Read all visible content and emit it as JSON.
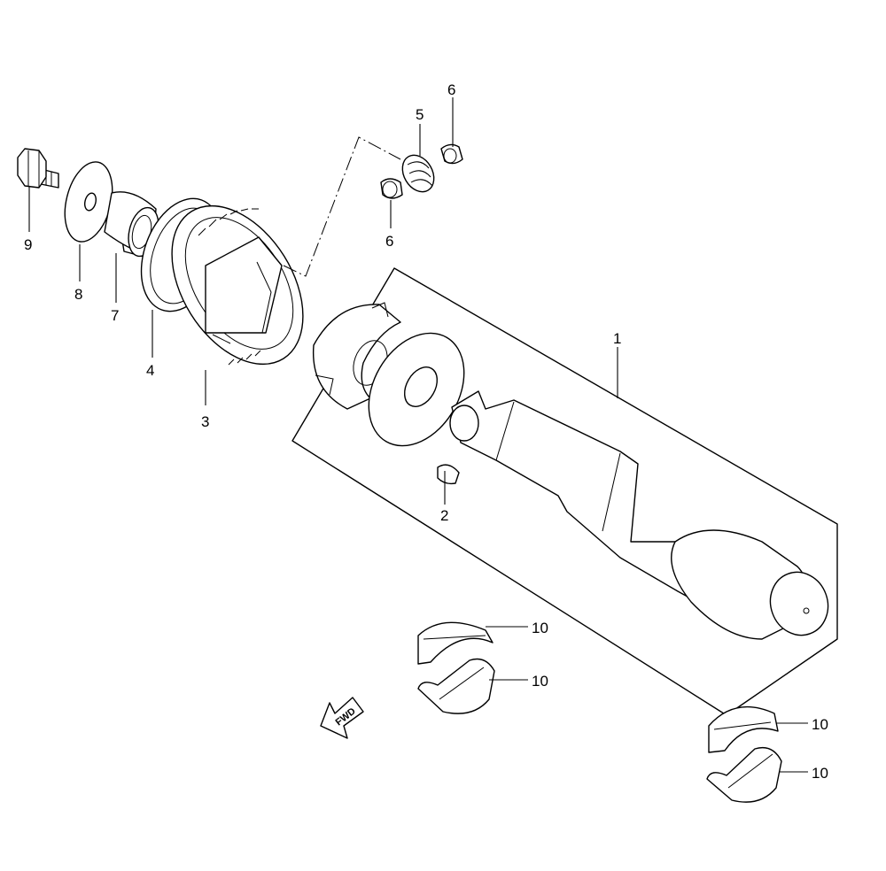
{
  "callouts": {
    "c1": "1",
    "c2": "2",
    "c3": "3",
    "c4": "4",
    "c5": "5",
    "c6a": "6",
    "c6b": "6",
    "c7": "7",
    "c8": "8",
    "c9": "9",
    "c10a": "10",
    "c10b": "10",
    "c10c": "10",
    "c10d": "10"
  },
  "direction_indicator": {
    "label": "FWD"
  }
}
